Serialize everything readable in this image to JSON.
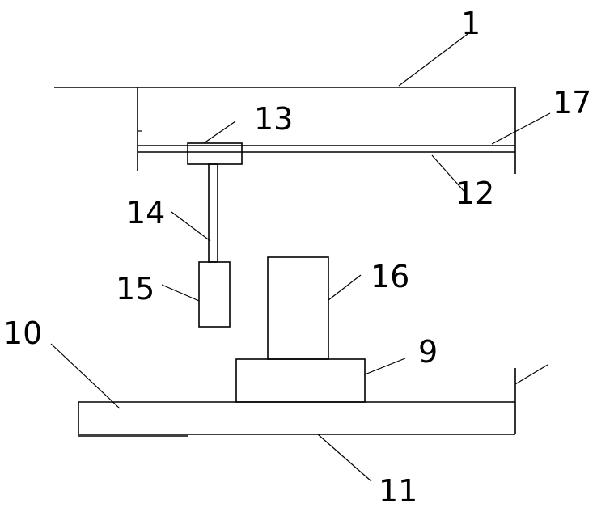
{
  "labels": {
    "l1": "1",
    "l9": "9",
    "l10": "10",
    "l11": "11",
    "l12": "12",
    "l13": "13",
    "l14": "14",
    "l15": "15",
    "l16": "16",
    "l17": "17"
  }
}
